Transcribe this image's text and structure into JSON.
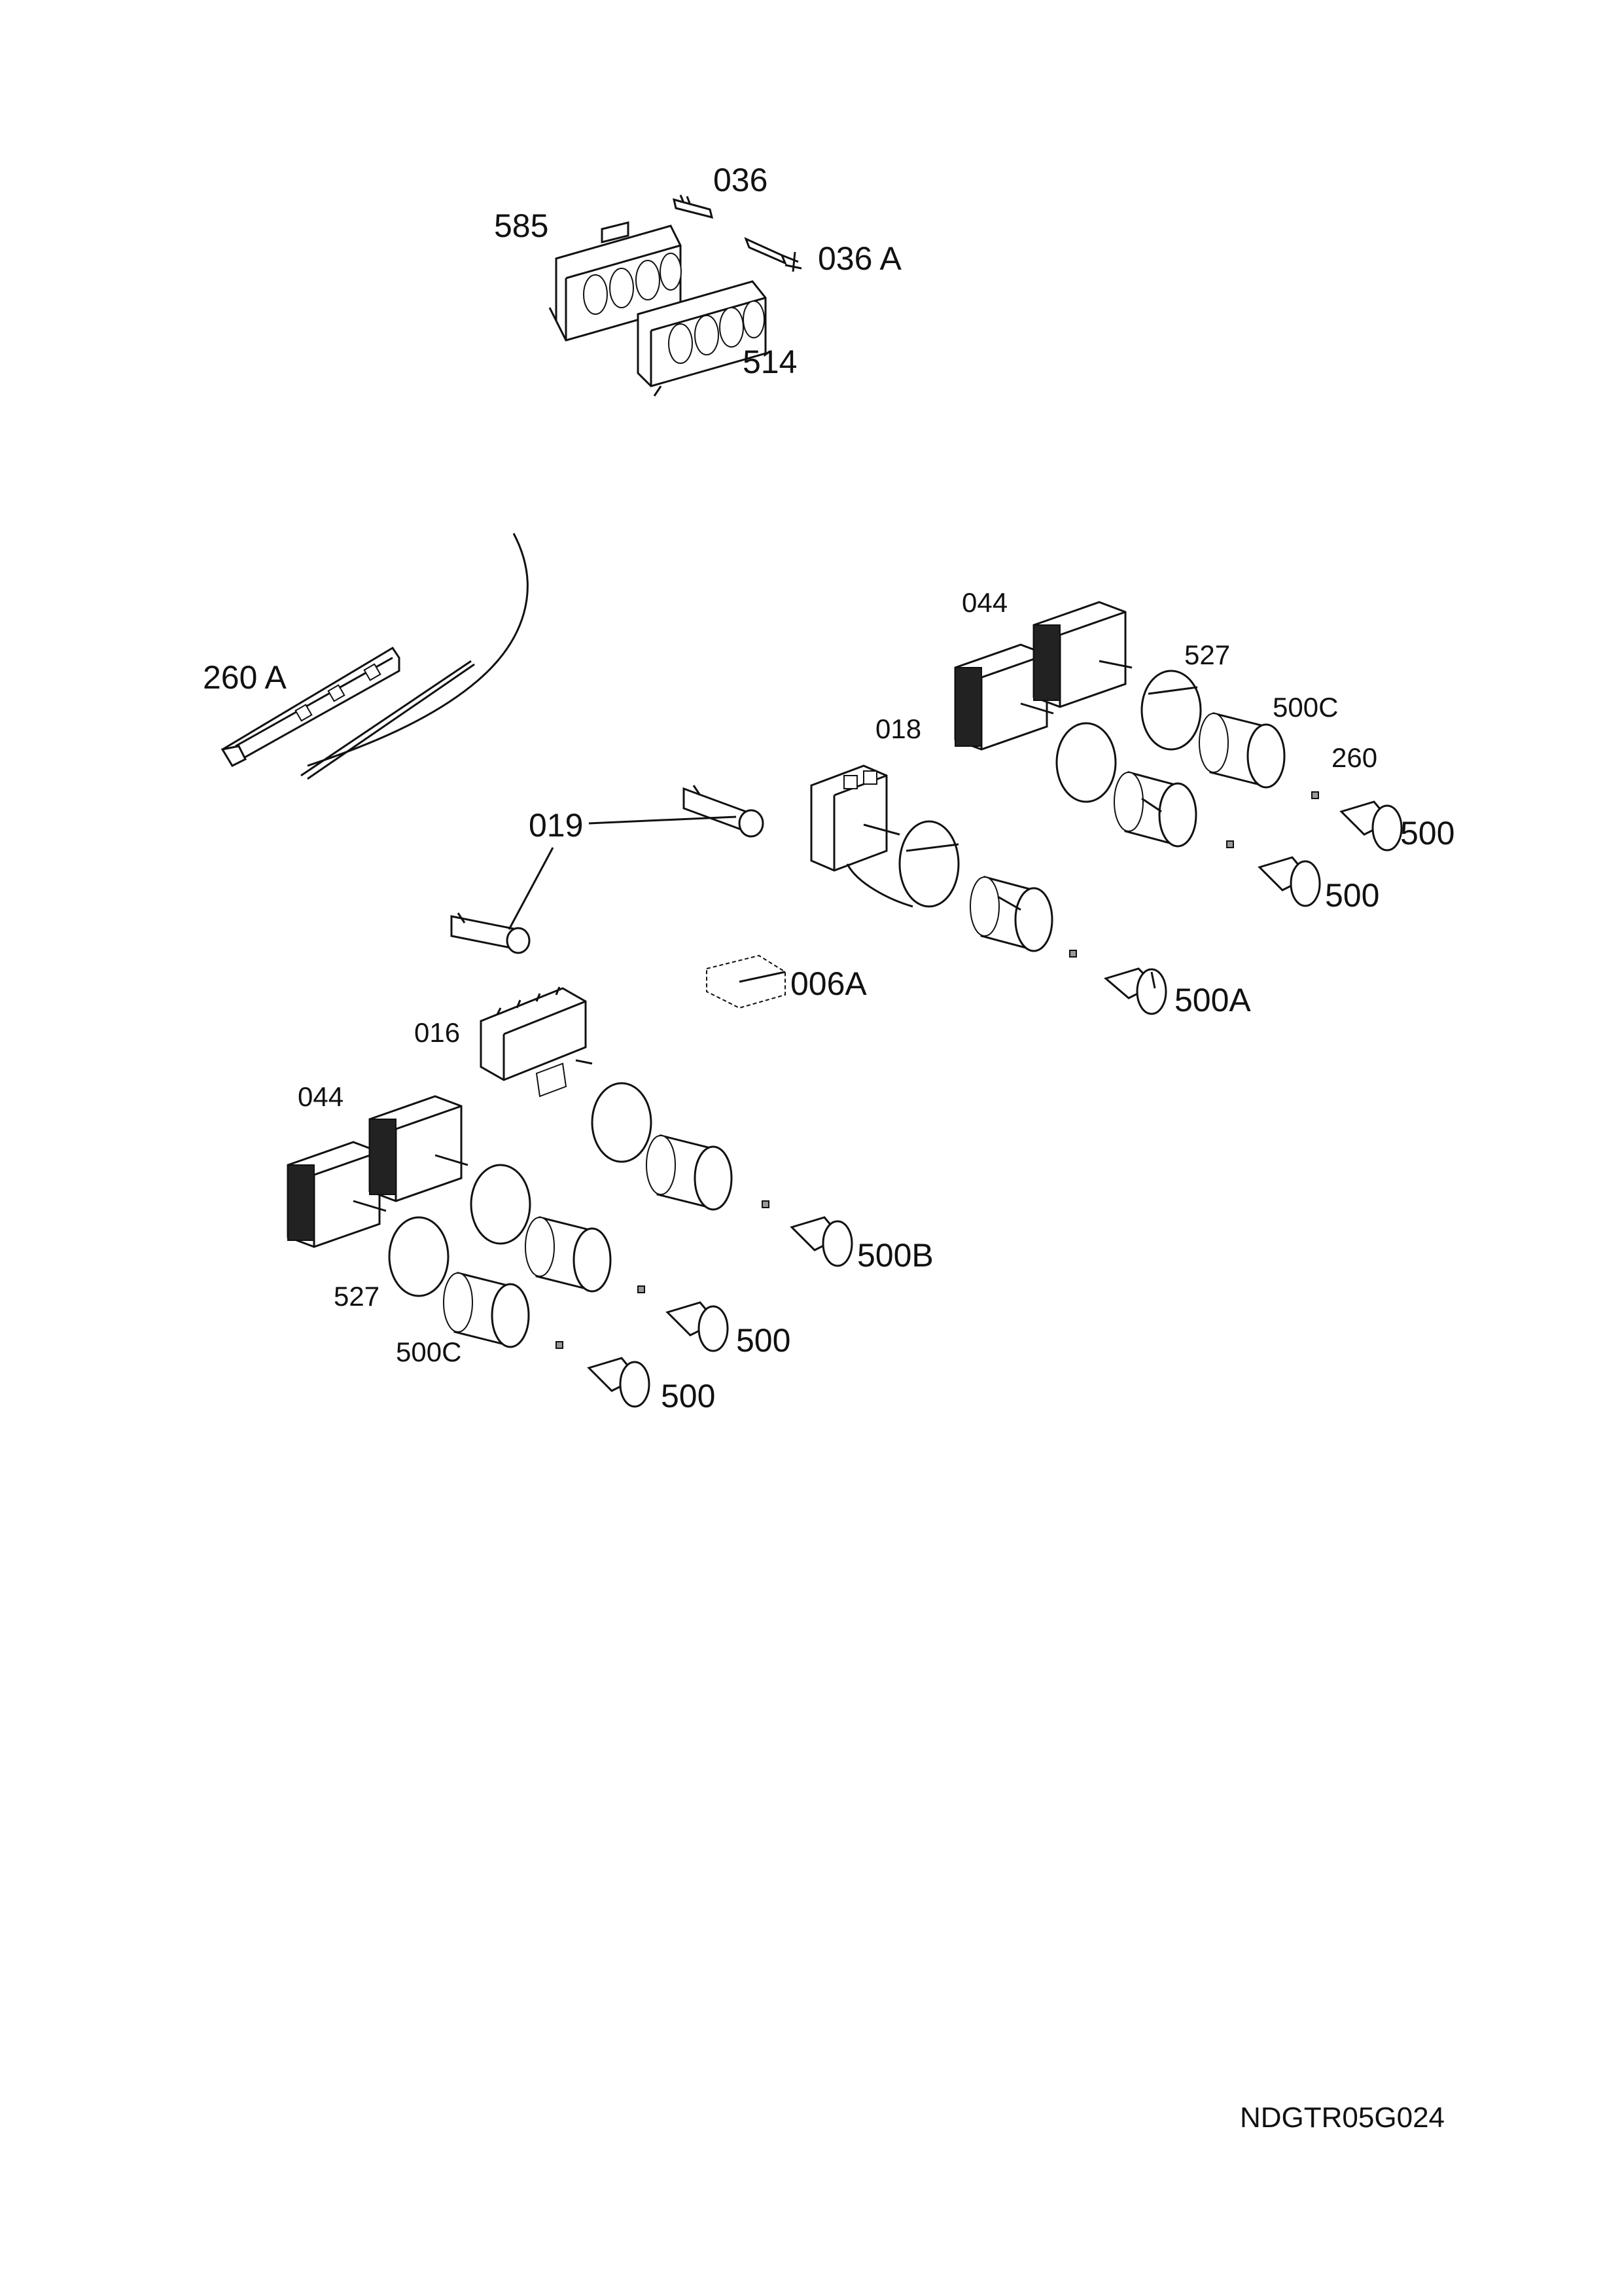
{
  "labels": {
    "l_036": "036",
    "l_585": "585",
    "l_036a": "036 A",
    "l_514": "514",
    "l_260a": "260 A",
    "l_044_top": "044",
    "l_527_top": "527",
    "l_500c_top": "500C",
    "l_018": "018",
    "l_260": "260",
    "l_019": "019",
    "l_500_r1": "500",
    "l_500_r2": "500",
    "l_006a": "006A",
    "l_500a": "500A",
    "l_016": "016",
    "l_044_bot": "044",
    "l_500b": "500B",
    "l_527_bot": "527",
    "l_500_b1": "500",
    "l_500c_bot": "500C",
    "l_500_b2": "500"
  },
  "drawing_ref": "NDGTR05G024"
}
